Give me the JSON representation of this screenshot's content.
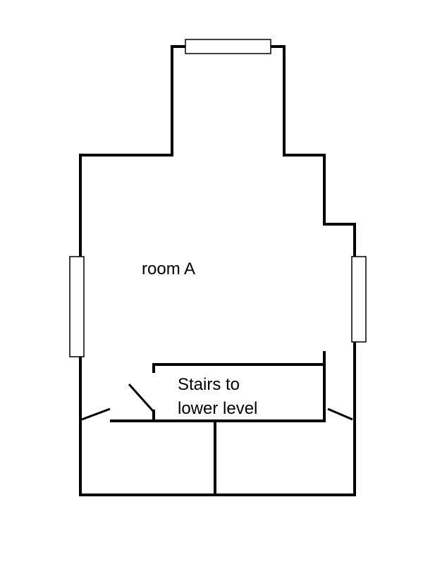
{
  "rooms": {
    "room_a_label": "room A",
    "stairs_label_line1": "Stairs to",
    "stairs_label_line2": "lower level"
  },
  "colors": {
    "wall": "#000000",
    "background": "#ffffff"
  }
}
